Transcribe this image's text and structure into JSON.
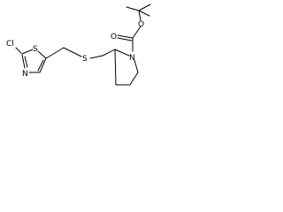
{
  "molecule": {
    "atoms": {
      "chlorine": "Cl",
      "thiazole_sulfur": "S",
      "thiazole_nitrogen": "N",
      "thioether_sulfur": "S",
      "pyrrolidine_nitrogen": "N",
      "carbonyl_oxygen": "O",
      "ester_oxygen": "O"
    }
  },
  "colors": {
    "bond": "#000000",
    "text": "#000000",
    "background": "#ffffff"
  }
}
